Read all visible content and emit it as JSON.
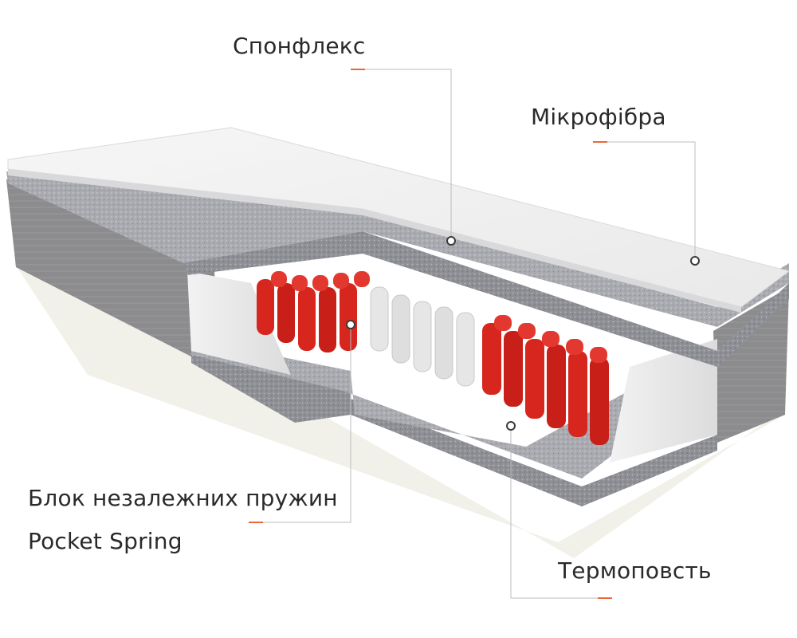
{
  "labels": {
    "sponflex": "Спонфлекс",
    "microfiber": "Мікрофібра",
    "pocket_line1": "Блок незалежних пружин",
    "pocket_line2": "Pocket Spring",
    "thermofelt": "Термоповсть"
  },
  "colors": {
    "accent": "#e8683c",
    "leader": "#bdbdbd",
    "spring_red": "#d7261e",
    "spring_white": "#e6e6e6"
  }
}
